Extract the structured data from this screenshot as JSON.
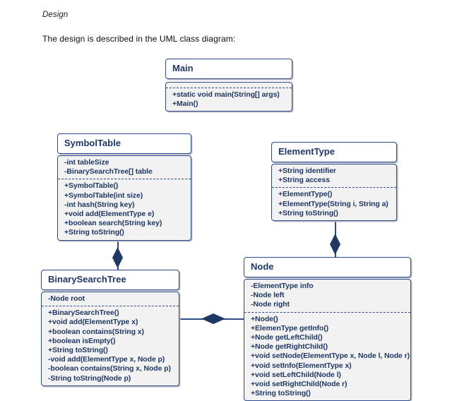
{
  "document": {
    "heading": "Design",
    "paragraph": "The design is described in the UML class diagram:"
  },
  "colors": {
    "title_text": "#1F3864",
    "member_text": "#1F3864",
    "border": "#2E4A87",
    "body_fill": "#F2F2F2",
    "title_fill": "#FFFFFF",
    "connector": "#2E4A87",
    "diamond_fill": "#1F3864",
    "shadow": "#B8BCC4"
  },
  "diagram": {
    "type": "uml-class-diagram",
    "classes": [
      {
        "id": "main",
        "name": "Main",
        "attributes": [],
        "methods": [
          "+static void main(String[] args)",
          "+Main()"
        ]
      },
      {
        "id": "symboltable",
        "name": "SymbolTable",
        "attributes": [
          "-int tableSize",
          "-BinarySearchTree[] table"
        ],
        "methods": [
          "+SymbolTable()",
          "+SymbolTable(int size)",
          "-int hash(String key)",
          "+void add(ElementType e)",
          "+boolean search(String key)",
          "+String toString()"
        ]
      },
      {
        "id": "elementtype",
        "name": "ElementType",
        "attributes": [
          "+String identifier",
          "+String access"
        ],
        "methods": [
          "+ElementType()",
          "+ElementType(String i, String a)",
          "+String toString()"
        ]
      },
      {
        "id": "binarysearchtree",
        "name": "BinarySearchTree",
        "attributes": [
          "-Node root"
        ],
        "methods": [
          "+BinarySearchTree()",
          "+void add(ElementType x)",
          "+boolean contains(String x)",
          "+boolean isEmpty()",
          "+String toString()",
          "-void add(ElementType x, Node p)",
          "-boolean contains(String x, Node p)",
          "-String toString(Node p)"
        ]
      },
      {
        "id": "node",
        "name": "Node",
        "attributes": [
          "-ElementType info",
          "-Node left",
          "-Node right"
        ],
        "methods": [
          "+Node()",
          "+ElemenType getInfo()",
          "+Node getLeftChild()",
          "+Node getRightChild()",
          "+void setNode(ElementType x, Node l, Node r)",
          "+void setInfo(ElementType x)",
          "+void setLeftChild(Node l)",
          "+void setRightChild(Node r)",
          "+String toString()"
        ]
      }
    ],
    "relationships": [
      {
        "id": "rel-symboltable-bst",
        "type": "composition",
        "from": "SymbolTable",
        "to": "BinarySearchTree",
        "orientation": "vertical"
      },
      {
        "id": "rel-elementtype-node",
        "type": "composition",
        "from": "ElementType",
        "to": "Node",
        "orientation": "vertical"
      },
      {
        "id": "rel-node-bst",
        "type": "composition",
        "from": "Node",
        "to": "BinarySearchTree",
        "orientation": "horizontal"
      }
    ]
  }
}
